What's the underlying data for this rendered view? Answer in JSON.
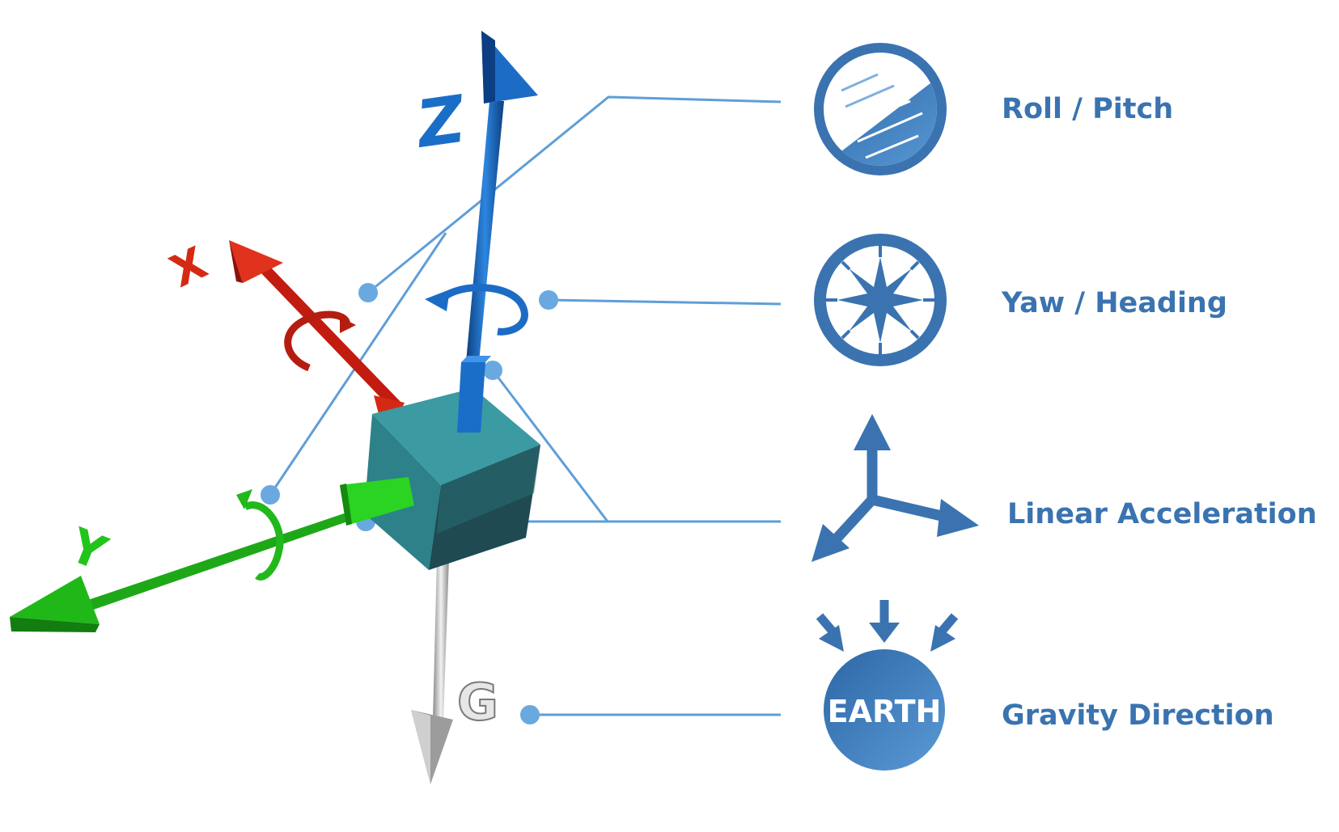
{
  "axes": {
    "z": "Z",
    "x": "X",
    "y": "Y",
    "g": "G"
  },
  "legend": {
    "roll_pitch": "Roll / Pitch",
    "yaw_heading": "Yaw / Heading",
    "linear_acceleration": "Linear Acceleration",
    "gravity_direction": "Gravity Direction",
    "earth": "EARTH"
  },
  "colors": {
    "accent": "#3a73b0",
    "leader": "#5f9ed8",
    "x_axis": "#d42a14",
    "y_axis": "#22c41b",
    "z_axis": "#1b6ec8",
    "g_axis": "#b8b8b8",
    "cube": "#2f8a93"
  },
  "icons": {
    "roll_pitch": "attitude-indicator-icon",
    "yaw_heading": "compass-icon",
    "linear_acceleration": "three-axis-arrows-icon",
    "gravity_direction": "earth-gravity-icon"
  }
}
